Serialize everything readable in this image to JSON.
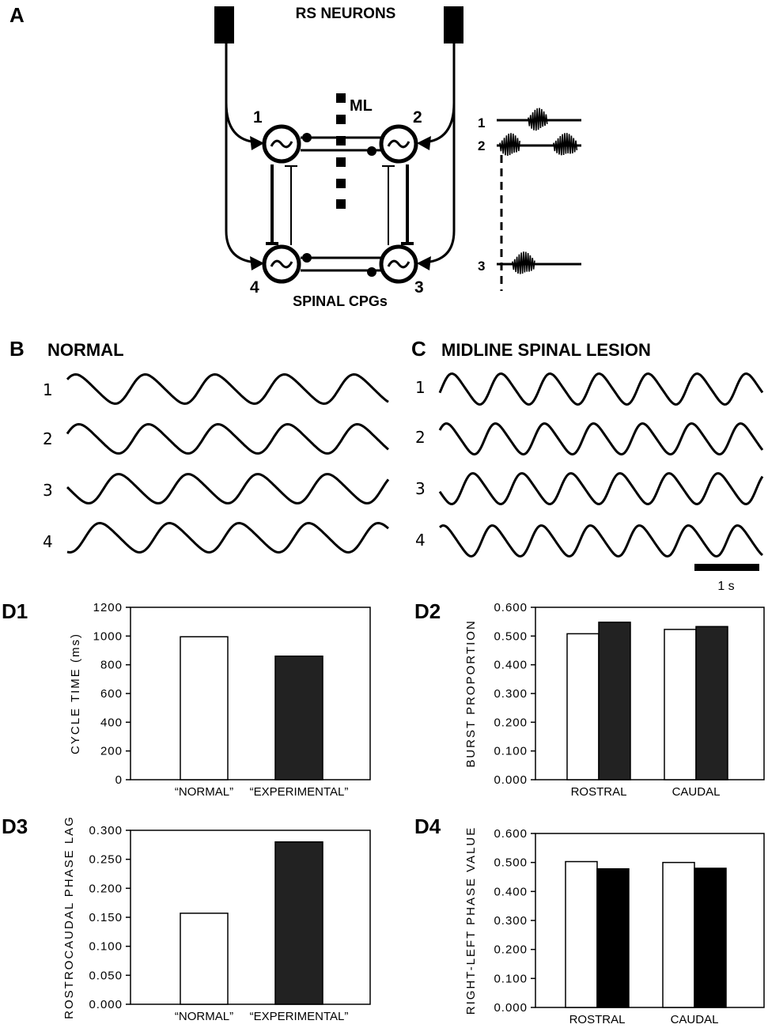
{
  "panelA": {
    "letter": "A",
    "rs_label": "RS NEURONS",
    "ml_label": "ML",
    "cpg_label": "SPINAL CPGs",
    "nodes": [
      "1",
      "2",
      "4",
      "3"
    ],
    "trace_labels": [
      "1",
      "2",
      "3"
    ]
  },
  "panelB": {
    "letter": "B",
    "title": "NORMAL",
    "trace_labels": [
      "1",
      "2",
      "3",
      "4"
    ]
  },
  "panelC": {
    "letter": "C",
    "title": "MIDLINE SPINAL LESION",
    "trace_labels": [
      "1",
      "2",
      "3",
      "4"
    ],
    "scale_label": "1 s"
  },
  "chart_data": [
    {
      "panel": "D1",
      "type": "bar",
      "ylabel": "CYCLE TIME (ms)",
      "ylim": [
        0,
        1200
      ],
      "yticks": [
        "0",
        "200",
        "400",
        "600",
        "800",
        "1000",
        "1200"
      ],
      "categories": [
        "“NORMAL”",
        "“EXPERIMENTAL”"
      ],
      "values": [
        995,
        860
      ],
      "colors": [
        "#ffffff",
        "#222222"
      ]
    },
    {
      "panel": "D2",
      "type": "bar",
      "ylabel": "BURST PROPORTION",
      "ylim": [
        0,
        0.6
      ],
      "yticks": [
        "0.000",
        "0.100",
        "0.200",
        "0.300",
        "0.400",
        "0.500",
        "0.600"
      ],
      "categories": [
        "ROSTRAL",
        "CAUDAL"
      ],
      "series": [
        {
          "values": [
            0.508,
            0.523
          ],
          "color": "#ffffff"
        },
        {
          "values": [
            0.548,
            0.533
          ],
          "color": "#222222"
        }
      ]
    },
    {
      "panel": "D3",
      "type": "bar",
      "ylabel": "ROSTROCAUDAL PHASE LAG",
      "ylim": [
        0,
        0.3
      ],
      "yticks": [
        "0.000",
        "0.050",
        "0.100",
        "0.150",
        "0.200",
        "0.250",
        "0.300"
      ],
      "categories": [
        "“NORMAL”",
        "“EXPERIMENTAL”"
      ],
      "values": [
        0.157,
        0.28
      ],
      "colors": [
        "#ffffff",
        "#222222"
      ]
    },
    {
      "panel": "D4",
      "type": "bar",
      "ylabel": "RIGHT-LEFT PHASE VALUE",
      "ylim": [
        0,
        0.6
      ],
      "yticks": [
        "0.000",
        "0.100",
        "0.200",
        "0.300",
        "0.400",
        "0.500",
        "0.600"
      ],
      "categories": [
        "ROSTRAL",
        "CAUDAL"
      ],
      "series": [
        {
          "values": [
            0.503,
            0.5
          ],
          "color": "#ffffff"
        },
        {
          "values": [
            0.478,
            0.48
          ],
          "color": "#000000"
        }
      ]
    }
  ]
}
